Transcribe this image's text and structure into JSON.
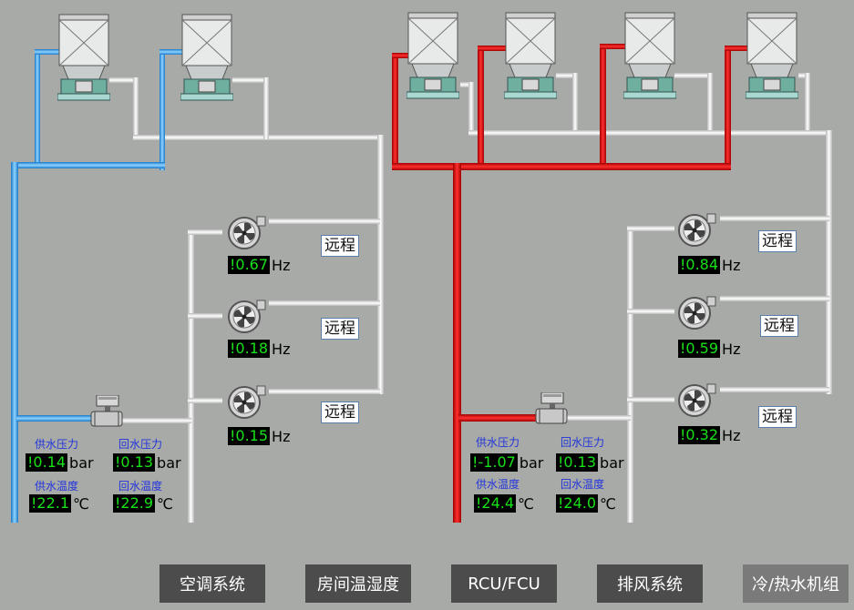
{
  "colors": {
    "background": "#a7aaa6",
    "cold_pipe": "#37a5e8",
    "hot_pipe": "#e00000",
    "return_pipe": "#f0f0f0",
    "value_text": "#18e018",
    "caption_text": "#2233dd"
  },
  "left_system": {
    "pumps": [
      {
        "value": "!0.67",
        "unit": "Hz",
        "remote": "远程"
      },
      {
        "value": "!0.18",
        "unit": "Hz",
        "remote": "远程"
      },
      {
        "value": "!0.15",
        "unit": "Hz",
        "remote": "远程"
      }
    ],
    "sensors": {
      "supply_pressure": {
        "label": "供水压力",
        "value": "!0.14",
        "unit": "bar"
      },
      "return_pressure": {
        "label": "回水压力",
        "value": "!0.13",
        "unit": "bar"
      },
      "supply_temp": {
        "label": "供水温度",
        "value": "!22.1",
        "unit": "℃"
      },
      "return_temp": {
        "label": "回水温度",
        "value": "!22.9",
        "unit": "℃"
      }
    }
  },
  "right_system": {
    "pumps": [
      {
        "value": "!0.84",
        "unit": "Hz",
        "remote": "远程"
      },
      {
        "value": "!0.59",
        "unit": "Hz",
        "remote": "远程"
      },
      {
        "value": "!0.32",
        "unit": "Hz",
        "remote": "远程"
      }
    ],
    "sensors": {
      "supply_pressure": {
        "label": "供水压力",
        "value": "!-1.07",
        "unit": "bar"
      },
      "return_pressure": {
        "label": "回水压力",
        "value": "!0.13",
        "unit": "bar"
      },
      "supply_temp": {
        "label": "供水温度",
        "value": "!24.4",
        "unit": "℃"
      },
      "return_temp": {
        "label": "回水温度",
        "value": "!24.0",
        "unit": "℃"
      }
    }
  },
  "nav": {
    "ac_system": "空调系统",
    "room_temp_humidity": "房间温湿度",
    "rcu_fcu": "RCU/FCU",
    "exhaust_system": "排风系统",
    "chiller_unit": "冷/热水机组"
  }
}
